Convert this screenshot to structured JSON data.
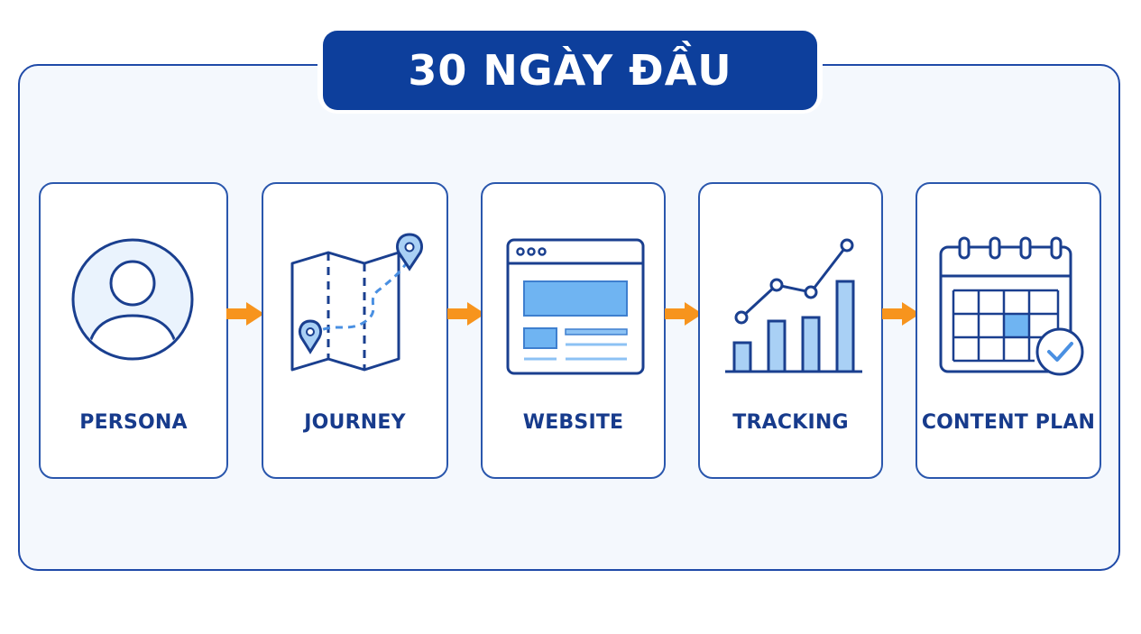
{
  "title": "30 NGÀY ĐẦU",
  "steps": [
    {
      "label": "PERSONA",
      "icon": "user-avatar-icon"
    },
    {
      "label": "JOURNEY",
      "icon": "map-route-icon"
    },
    {
      "label": "WEBSITE",
      "icon": "browser-window-icon"
    },
    {
      "label": "TRACKING",
      "icon": "bar-line-chart-icon"
    },
    {
      "label": "CONTENT PLAN",
      "icon": "calendar-check-icon"
    }
  ],
  "colors": {
    "primary": "#0d3f9c",
    "border": "#2a57ad",
    "accent": "#f7941d",
    "fill_light": "#a9d0f5",
    "fill_mid": "#6fb4f2",
    "panel_bg": "#f4f8fd"
  }
}
